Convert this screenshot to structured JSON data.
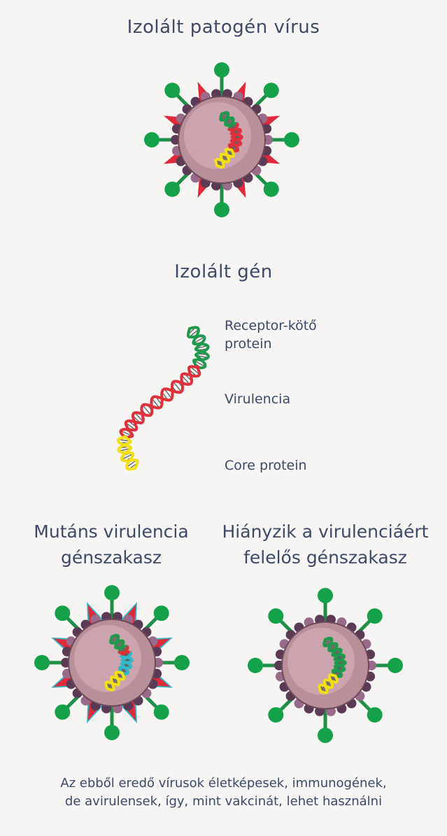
{
  "top_title": "Izolált patogén vírus",
  "gene_title": "Izolált gén",
  "gene_labels": {
    "receptor_line1": "Receptor-kötő",
    "receptor_line2": "protein",
    "virulence": "Virulencia",
    "core": "Core protein"
  },
  "mutant_title_line1": "Mutáns virulencia",
  "mutant_title_line2": "génszakasz",
  "missing_title_line1": "Hiányzik a virulenciáért",
  "missing_title_line2": "felelős génszakasz",
  "footer_line1": "Az ebből eredő vírusok életképesek, immunogének,",
  "footer_line2": "de avirulensek, így, mint vakcinát, lehet használni",
  "colors": {
    "receptor": "#1f9a4c",
    "virulence": "#e0303a",
    "core": "#f2e014",
    "capsid": "#b98f9a",
    "knob": "#5a3a55",
    "mutant": "#33b8c8"
  }
}
